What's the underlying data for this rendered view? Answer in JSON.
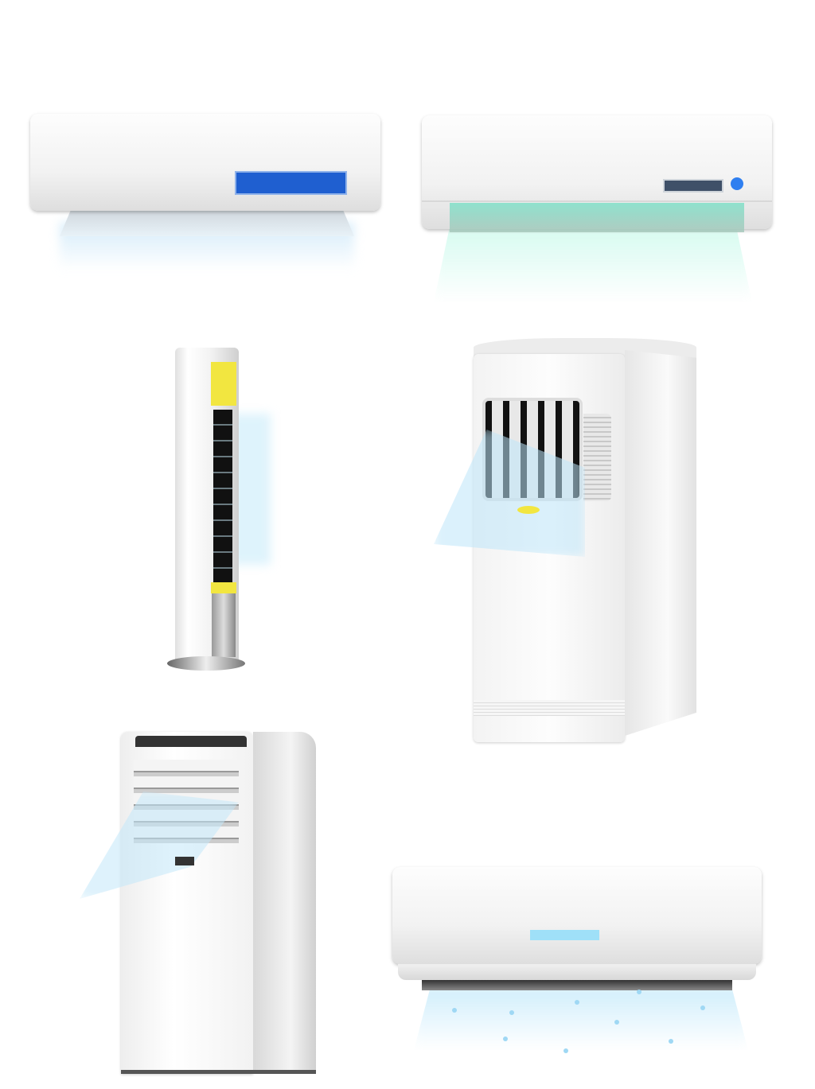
{
  "colors": {
    "display_blue": "#1f5fd0",
    "display_slate": "#3f5068",
    "indicator_blue": "#2f7ff0",
    "vent_green": "#7fe0c8",
    "accent_yellow": "#f2e640",
    "display_light_blue": "#9fe0f8",
    "air_blue": "#cfeefc",
    "air_mint": "#dcfbf2"
  },
  "units": [
    {
      "type": "wall-split"
    },
    {
      "type": "wall-split"
    },
    {
      "type": "tower"
    },
    {
      "type": "portable"
    },
    {
      "type": "floor-standing"
    },
    {
      "type": "wall-split"
    }
  ]
}
